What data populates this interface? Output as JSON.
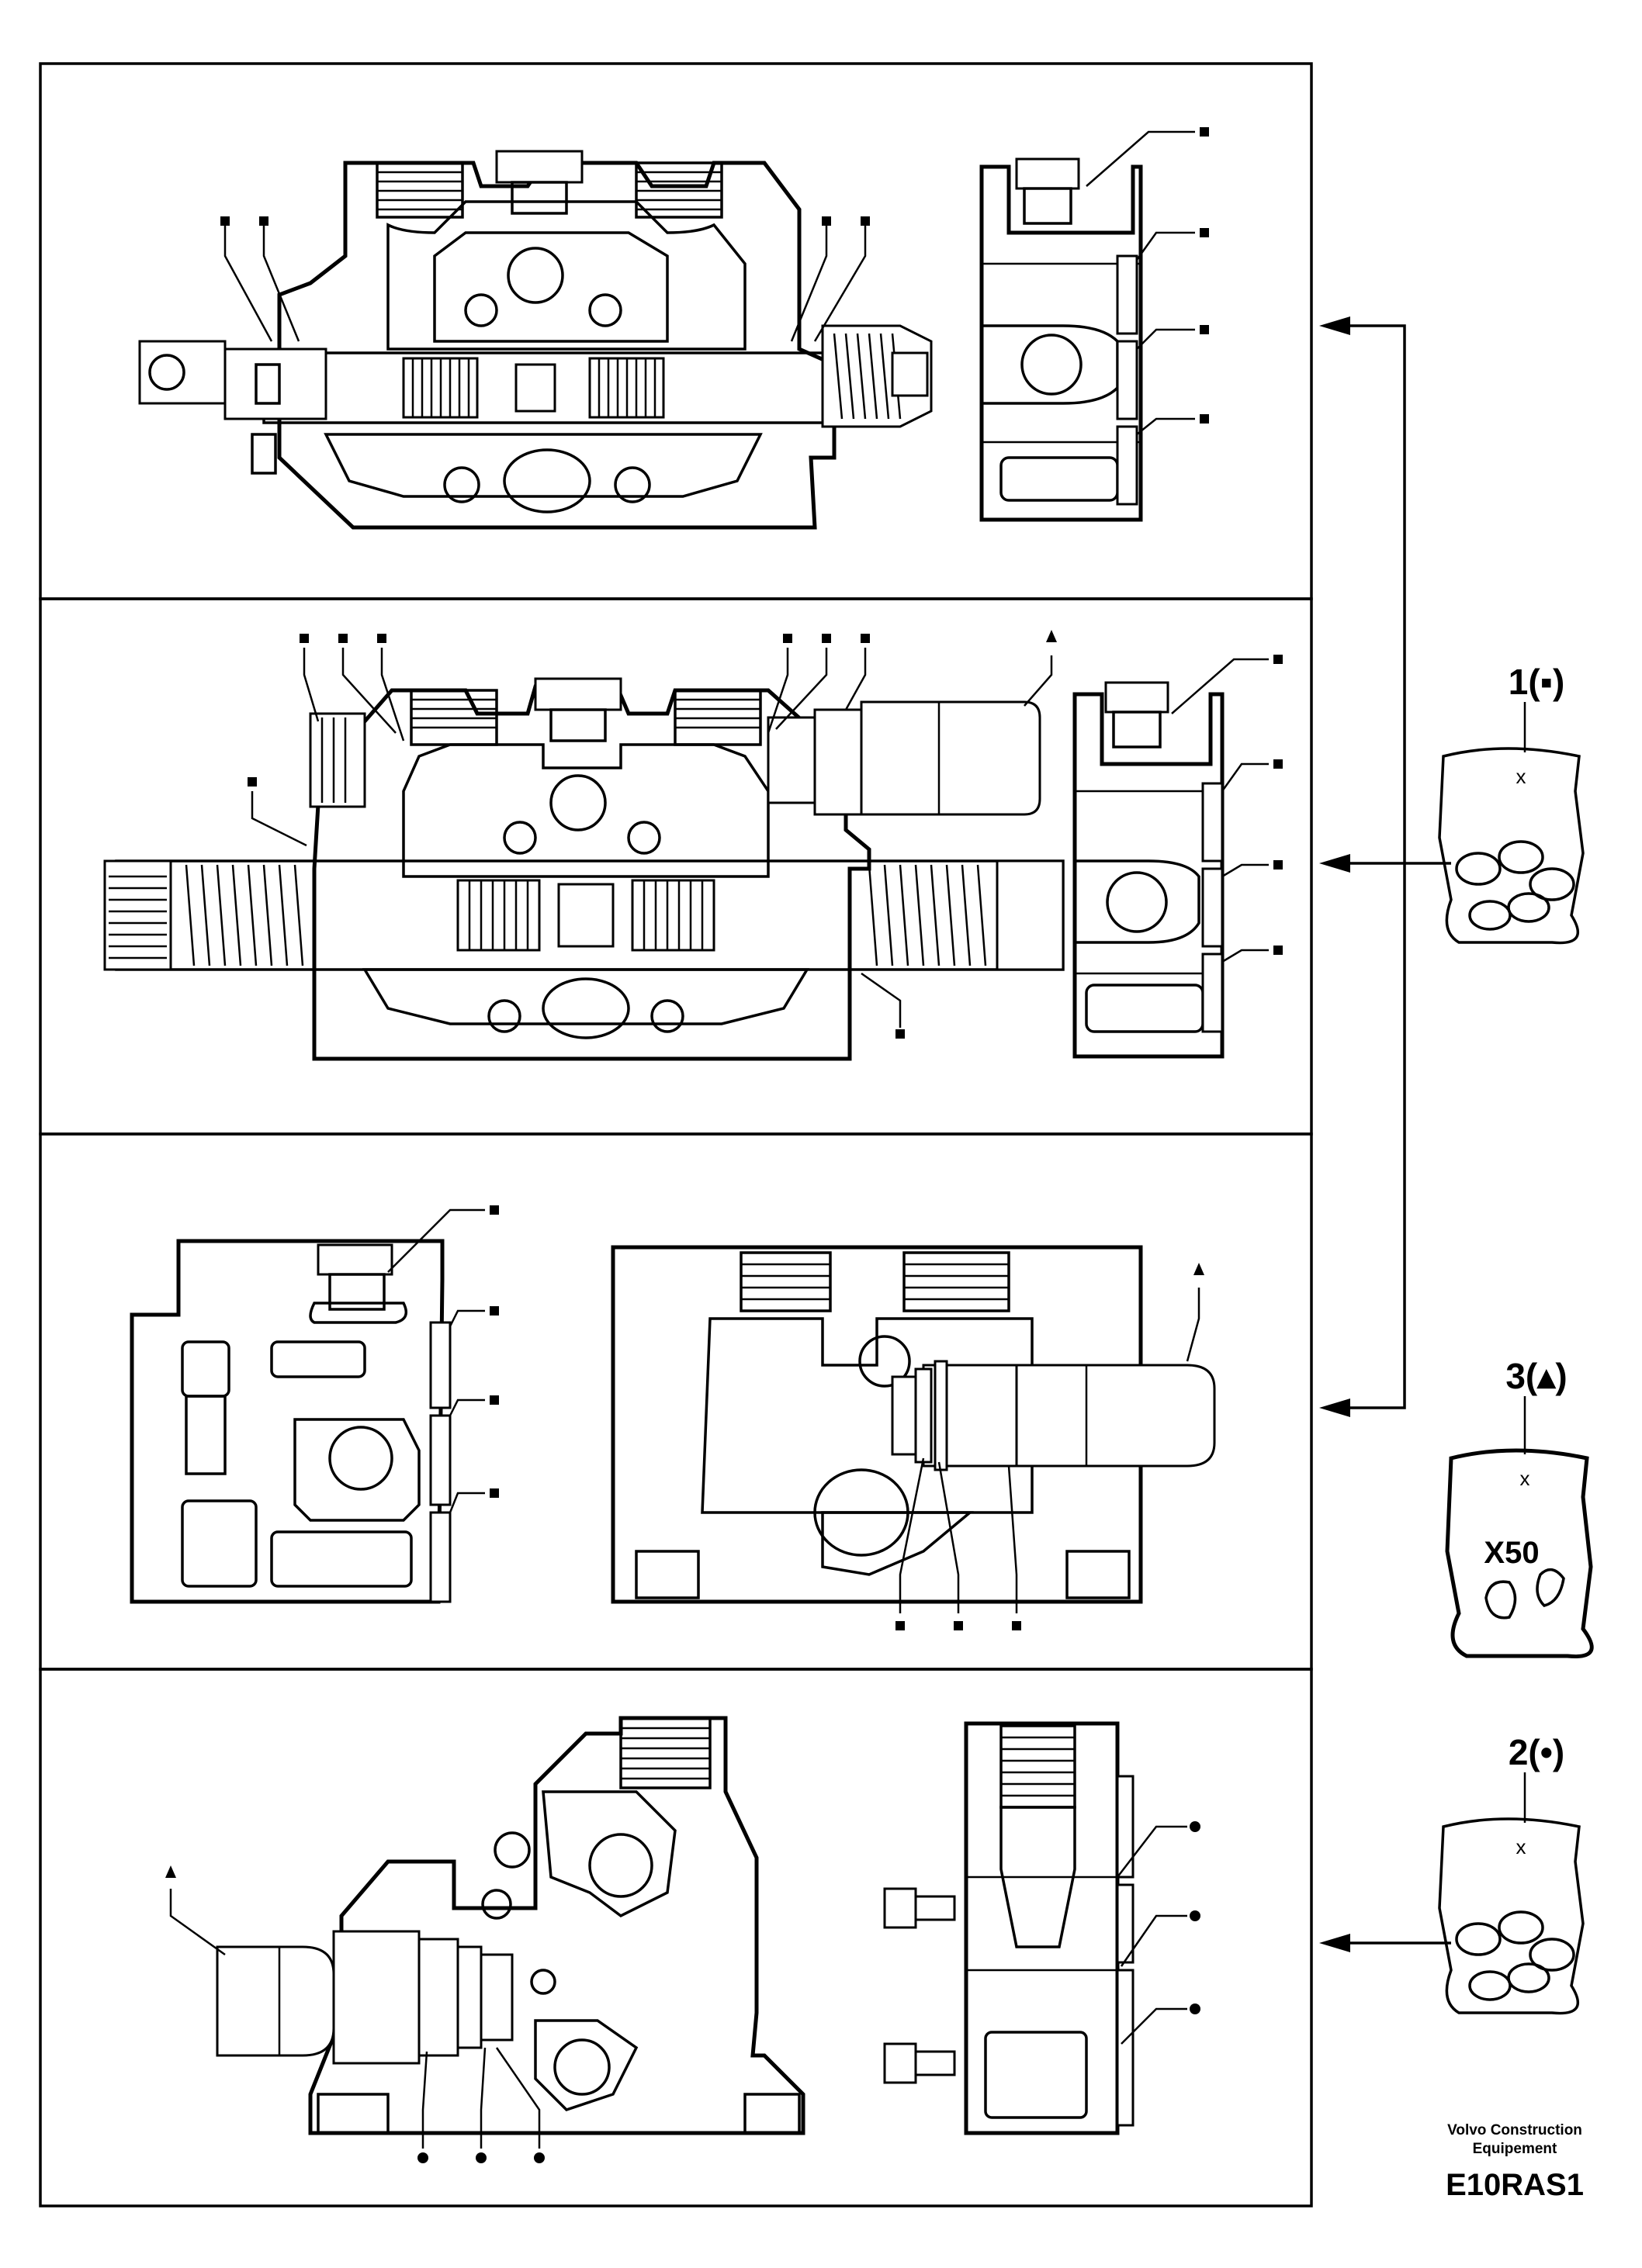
{
  "kits": [
    {
      "id": "kit-1",
      "label": "1(▪)",
      "symbol": "square"
    },
    {
      "id": "kit-2",
      "label": "2(•)",
      "symbol": "dot"
    },
    {
      "id": "kit-3",
      "label": "3(▴)",
      "symbol": "triangle",
      "quantity_text": "X50"
    }
  ],
  "bag_mark": "x",
  "footer": {
    "company_line1": "Volvo Construction",
    "company_line2": "Equipement",
    "code": "E10RAS1"
  },
  "panels": [
    {
      "id": "panel-1",
      "kit_ref": "1(▪)"
    },
    {
      "id": "panel-2",
      "kit_ref": "1(▪)"
    },
    {
      "id": "panel-3",
      "kit_ref": "1(▪)"
    },
    {
      "id": "panel-4",
      "kit_ref": "2(•)"
    }
  ]
}
